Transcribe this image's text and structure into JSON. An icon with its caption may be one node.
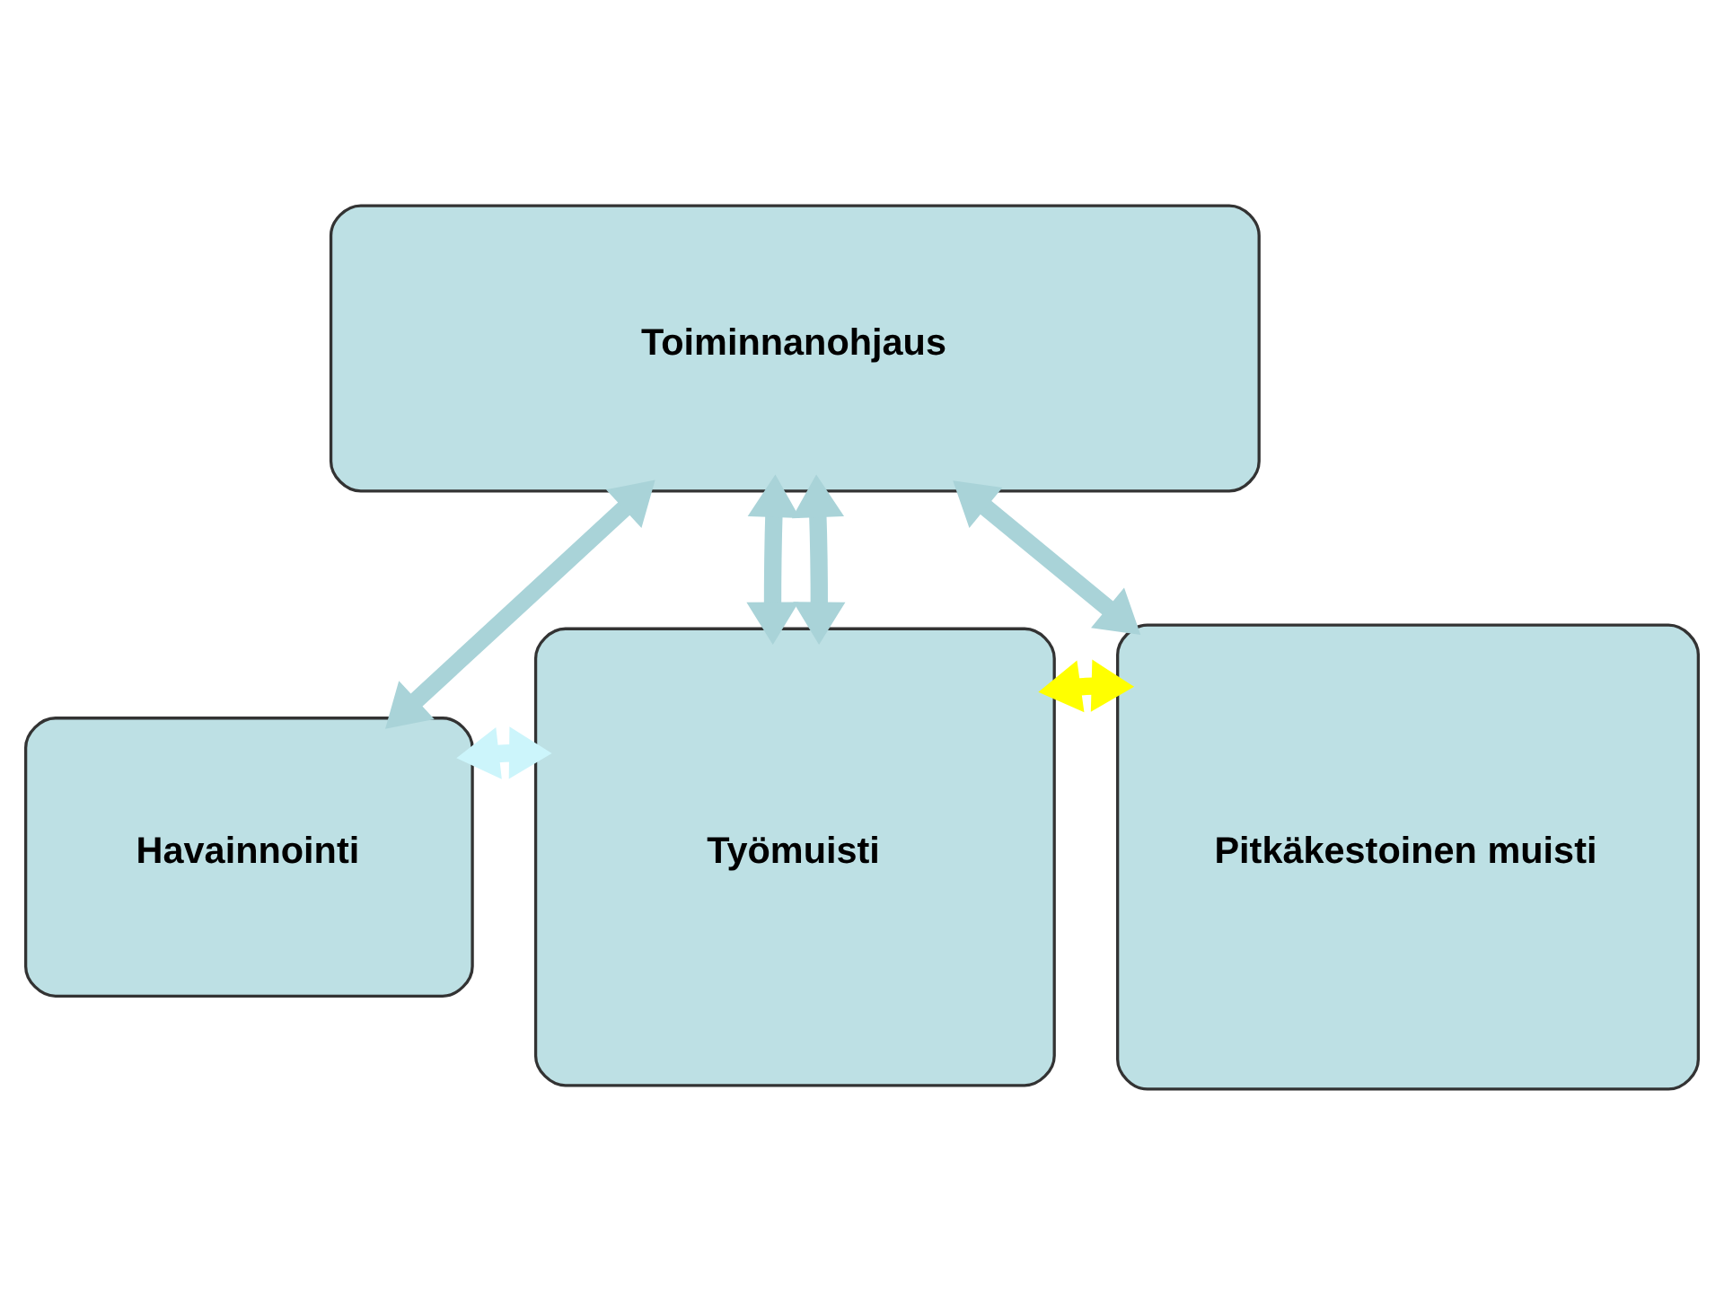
{
  "diagram": {
    "nodes": [
      {
        "text": [
          "Toiminnanohjaus"
        ]
      },
      {
        "text": [
          "Havainnointi"
        ]
      },
      {
        "text": [
          "Työmuisti"
        ]
      },
      {
        "text": [
          "Pitkäkestoinen muisti"
        ]
      }
    ],
    "edges": [
      {
        "from": 0,
        "to": 1,
        "arrow": "both"
      },
      {
        "from": 0,
        "to": 2,
        "arrow": "both"
      },
      {
        "from": 0,
        "to": 2,
        "arrow": "both"
      },
      {
        "from": 0,
        "to": 3,
        "arrow": "both"
      },
      {
        "from": 1,
        "to": 2,
        "arrow": "both",
        "color": "#ccf5fb"
      },
      {
        "from": 2,
        "to": 3,
        "arrow": "both",
        "color": "#ffff00"
      }
    ]
  }
}
